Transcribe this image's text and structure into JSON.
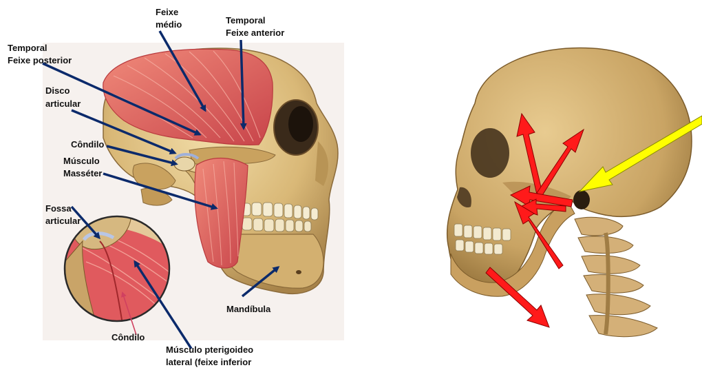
{
  "left_figure": {
    "labels": {
      "feixe_medio": [
        "Feixe",
        "médio"
      ],
      "temporal_anterior": [
        "Temporal",
        "Feixe anterior"
      ],
      "temporal_posterior": [
        "Temporal",
        "Feixe posterior"
      ],
      "disco": [
        "Disco",
        "articular"
      ],
      "condilo": "Côndilo",
      "masseter": [
        "Músculo",
        "Masséter"
      ],
      "fossa": [
        "Fossa",
        "articular"
      ],
      "mandibula": "Mandíbula",
      "condilo_inset": "Côndilo",
      "pterigoideo": [
        "Músculo pterigoideo",
        "lateral (feixe inferior"
      ]
    }
  },
  "colors": {
    "leader_arrow": "#0b2a6b",
    "muscle": "#d9585a",
    "bone": "#d9b877",
    "force_arrow": "#ff1a1a",
    "pointer_arrow": "#ffff00"
  }
}
